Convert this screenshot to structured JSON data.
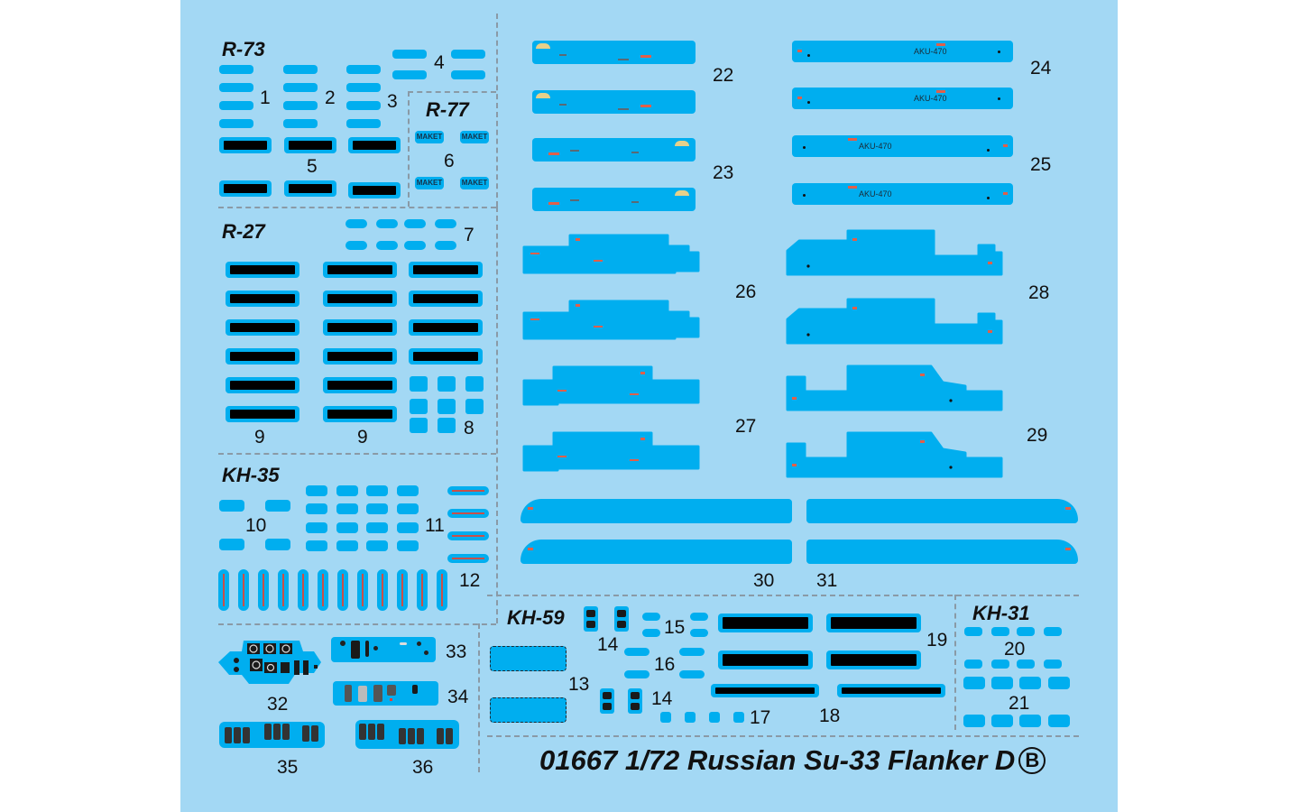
{
  "sheet": {
    "background_color": "#a3d8f4",
    "decal_color": "#00aeef",
    "footer": {
      "code": "01667",
      "scale": "1/72",
      "name": "Russian Su-33 Flanker D",
      "sheet_letter": "B"
    }
  },
  "sections": {
    "r73": {
      "title": "R-73",
      "numbers": [
        "1",
        "2",
        "3",
        "4",
        "5"
      ]
    },
    "r77": {
      "title": "R-77",
      "number": "6",
      "label": "MAKET"
    },
    "r27": {
      "title": "R-27",
      "numbers": [
        "7",
        "8",
        "9",
        "9"
      ]
    },
    "kh35": {
      "title": "KH-35",
      "numbers": [
        "10",
        "11",
        "12"
      ]
    },
    "kh59": {
      "title": "KH-59",
      "numbers": [
        "13",
        "14",
        "14",
        "15",
        "16",
        "17",
        "18",
        "19"
      ]
    },
    "kh31": {
      "title": "KH-31",
      "numbers": [
        "20",
        "21"
      ]
    },
    "fuel_tanks": {
      "numbers": [
        "22",
        "23",
        "24",
        "25"
      ],
      "tank_text": "AKU-470"
    },
    "pylons": {
      "numbers": [
        "26",
        "27",
        "28",
        "29"
      ]
    },
    "rails": {
      "numbers": [
        "30",
        "31"
      ]
    },
    "cockpit": {
      "numbers": [
        "32",
        "33",
        "34",
        "35",
        "36"
      ]
    }
  }
}
